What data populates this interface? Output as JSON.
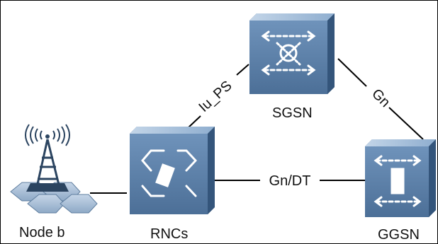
{
  "nodes": {
    "node_b": {
      "label": "Node b",
      "icon": "cell-tower-icon"
    },
    "rncs": {
      "label": "RNCs",
      "icon": "rnc-router-icon"
    },
    "sgsn": {
      "label": "SGSN",
      "icon": "sgsn-router-icon"
    },
    "ggsn": {
      "label": "GGSN",
      "icon": "ggsn-router-icon"
    }
  },
  "edges": {
    "iu_ps": {
      "label": "Iu_PS"
    },
    "gn": {
      "label": "Gn"
    },
    "gn_dt": {
      "label": "Gn/DT"
    }
  },
  "colors": {
    "device_face": "#5a7fa8",
    "device_top": "#a9c1da",
    "device_side": "#3b5b80",
    "device_dark": "#2f4d70",
    "tower": "#2b4460",
    "hex_base": "#a9c0d8",
    "line": "#000000"
  }
}
